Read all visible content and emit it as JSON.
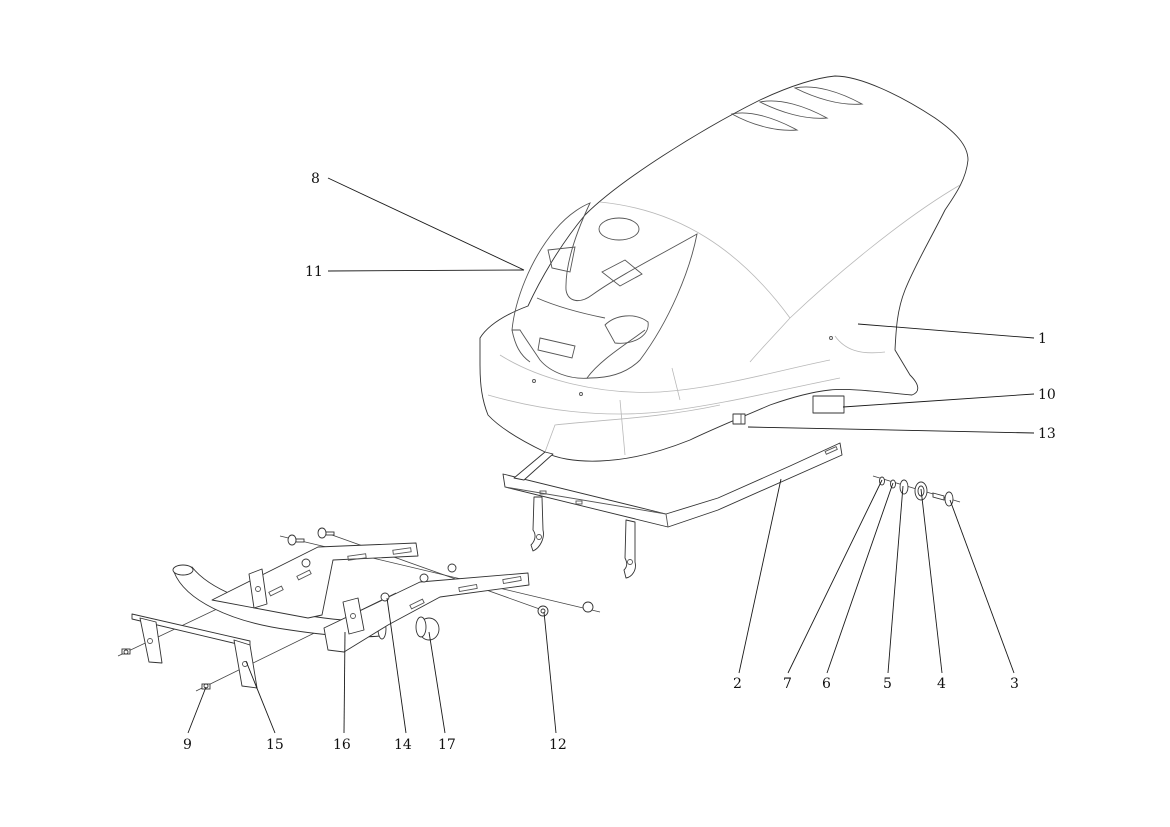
{
  "callouts": [
    {
      "id": "c1",
      "label": "1"
    },
    {
      "id": "c2",
      "label": "2"
    },
    {
      "id": "c3",
      "label": "3"
    },
    {
      "id": "c4",
      "label": "4"
    },
    {
      "id": "c5",
      "label": "5"
    },
    {
      "id": "c6",
      "label": "6"
    },
    {
      "id": "c7",
      "label": "7"
    },
    {
      "id": "c8",
      "label": "8"
    },
    {
      "id": "c9",
      "label": "9"
    },
    {
      "id": "c10",
      "label": "10"
    },
    {
      "id": "c11",
      "label": "11"
    },
    {
      "id": "c12",
      "label": "12"
    },
    {
      "id": "c13",
      "label": "13"
    },
    {
      "id": "c14",
      "label": "14"
    },
    {
      "id": "c15",
      "label": "15"
    },
    {
      "id": "c16",
      "label": "16"
    },
    {
      "id": "c17",
      "label": "17"
    }
  ],
  "colors": {
    "line": "#333333",
    "soft_line": "#b8b8b8",
    "background": "#ffffff"
  }
}
